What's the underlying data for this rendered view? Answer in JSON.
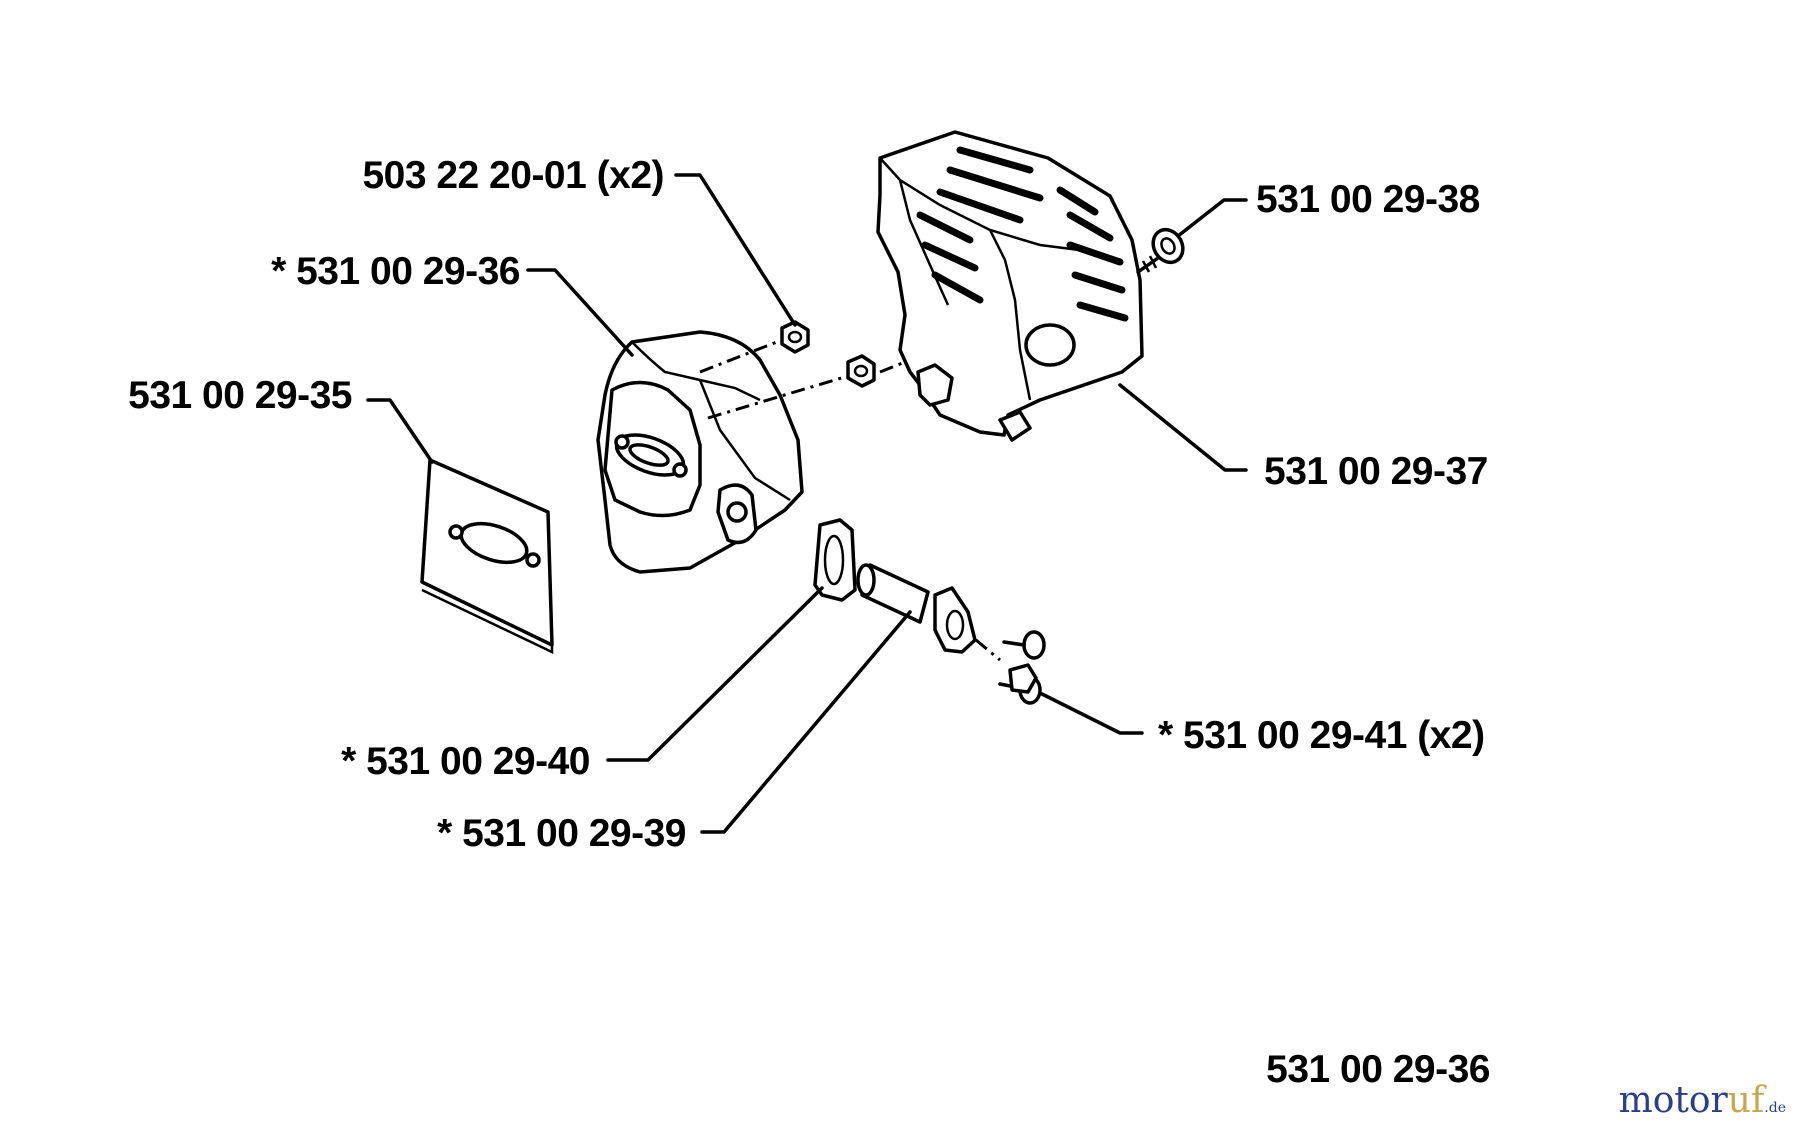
{
  "labels": {
    "p503_22_20_01": "503 22 20-01 (x2)",
    "p531_00_29_36": "* 531 00 29-36",
    "p531_00_29_35": "531 00 29-35",
    "p531_00_29_38": "531 00 29-38",
    "p531_00_29_37": "531 00 29-37",
    "p531_00_29_40": "* 531 00 29-40",
    "p531_00_29_39": "* 531 00 29-39",
    "p531_00_29_41": "* 531 00 29-41 (x2)",
    "figure_number": "531 00 29-36"
  },
  "watermark": {
    "part1": "motor",
    "part2": "uf",
    "suffix": ".de"
  },
  "colors": {
    "line": "#000000",
    "background": "#ffffff",
    "watermark_blue": "#2b3f86",
    "watermark_gold": "#c8a64a"
  }
}
